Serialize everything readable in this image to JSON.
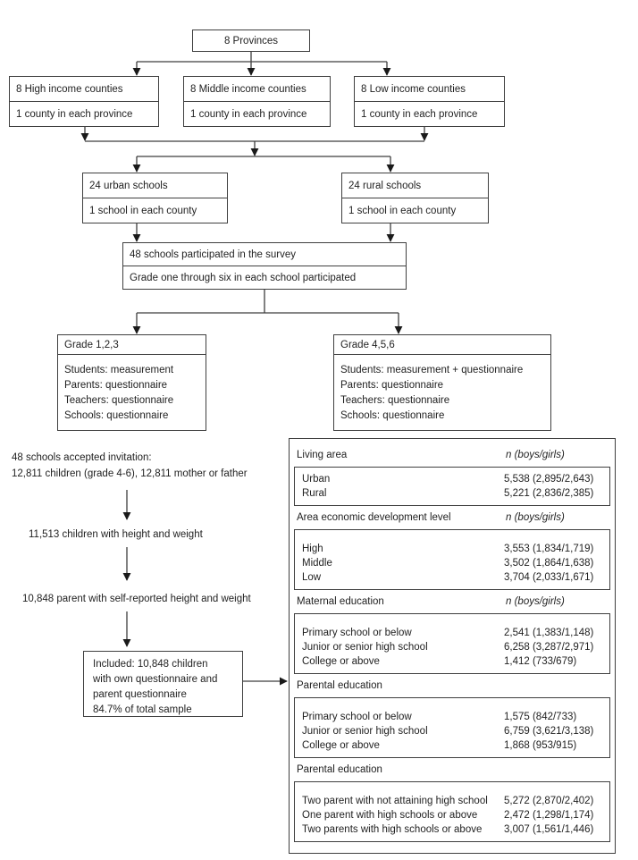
{
  "flowchart": {
    "provinces_label": "8 Provinces",
    "county_boxes": [
      {
        "title": "8 High income counties",
        "subtitle": "1 county in each province"
      },
      {
        "title": "8 Middle income counties",
        "subtitle": "1 county in each province"
      },
      {
        "title": "8 Low income counties",
        "subtitle": "1 county in each province"
      }
    ],
    "school_boxes": [
      {
        "title": "24 urban schools",
        "subtitle": "1 school in each county"
      },
      {
        "title": "24 rural schools",
        "subtitle": "1 school in each county"
      }
    ],
    "participation_box": {
      "title": "48 schools participated in the survey",
      "subtitle": "Grade one through six in each school participated"
    },
    "grade_boxes": [
      {
        "title": "Grade 1,2,3",
        "lines": [
          "Students: measurement",
          "Parents: questionnaire",
          "Teachers: questionnaire",
          "Schools: questionnaire"
        ]
      },
      {
        "title": "Grade 4,5,6",
        "lines": [
          "Students: measurement + questionnaire",
          "Parents: questionnaire",
          "Teachers: questionnaire",
          "Schools: questionnaire"
        ]
      }
    ]
  },
  "attrition": {
    "step1_line1": "48 schools accepted invitation:",
    "step1_line2": "12,811 children (grade 4-6), 12,811 mother or father",
    "step2": "11,513 children with height and weight",
    "step3": "10,848 parent with self-reported height and weight",
    "included_lines": [
      "Included: 10,848 children",
      "with own questionnaire and",
      "parent questionnaire",
      "84.7% of total sample"
    ]
  },
  "table": {
    "sections": [
      {
        "header": "Living area",
        "n_label": "n (boys/girls)",
        "rows": [
          {
            "label": "Urban",
            "value": "5,538 (2,895/2,643)"
          },
          {
            "label": "Rural",
            "value": "5,221 (2,836/2,385)"
          }
        ]
      },
      {
        "header": "Area economic development level",
        "n_label": "n (boys/girls)",
        "rows": [
          {
            "label": "High",
            "value": "3,553 (1,834/1,719)"
          },
          {
            "label": "Middle",
            "value": "3,502 (1,864/1,638)"
          },
          {
            "label": "Low",
            "value": "3,704 (2,033/1,671)"
          }
        ]
      },
      {
        "header": "Maternal education",
        "n_label": "n (boys/girls)",
        "rows": [
          {
            "label": "Primary school or below",
            "value": "2,541 (1,383/1,148)"
          },
          {
            "label": "Junior or senior high school",
            "value": "6,258 (3,287/2,971)"
          },
          {
            "label": "College or above",
            "value": "1,412 (733/679)"
          }
        ]
      },
      {
        "header": "Parental education",
        "n_label": "",
        "rows": [
          {
            "label": "Primary school or below",
            "value": "1,575 (842/733)"
          },
          {
            "label": "Junior or senior high school",
            "value": "6,759 (3,621/3,138)"
          },
          {
            "label": "College or above",
            "value": "1,868 (953/915)"
          }
        ]
      },
      {
        "header": "Parental education",
        "n_label": "",
        "rows": [
          {
            "label": "Two parent with not attaining high school",
            "value": "5,272 (2,870/2,402)"
          },
          {
            "label": "One parent with high schools or above",
            "value": "2,472 (1,298/1,174)"
          },
          {
            "label": "Two parents with high schools or above",
            "value": "3,007 (1,561/1,446)"
          }
        ]
      }
    ]
  },
  "colors": {
    "box_border": "#3f3f3f",
    "text": "#1f1f1f",
    "arrow": "#1a1a1a"
  }
}
